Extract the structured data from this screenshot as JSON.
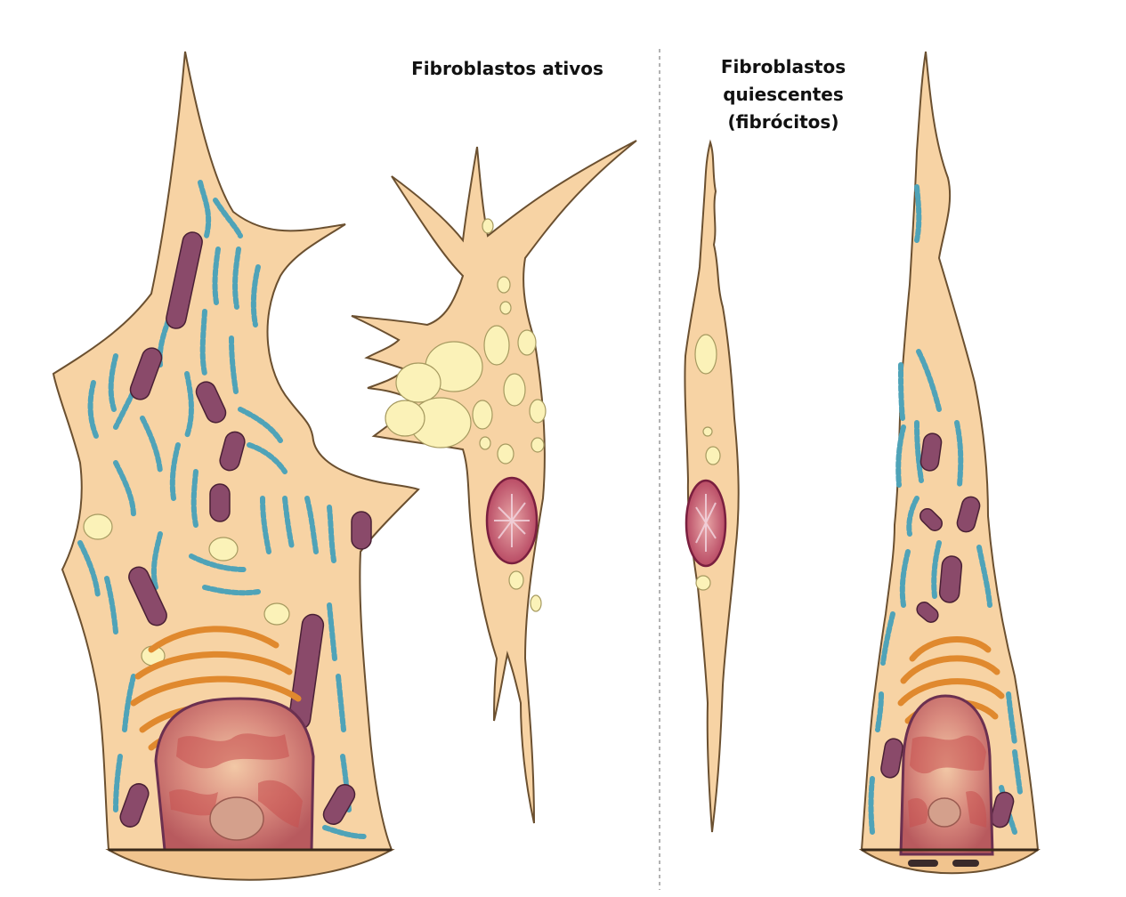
{
  "labels": {
    "active_fibroblasts": "Fibroblastos ativos",
    "quiescent_fibroblasts": [
      "Fibroblastos",
      "quiescentes",
      "(fibrócitos)"
    ]
  },
  "colors": {
    "cytoplasm": "#f7d3a4",
    "cytoplasm_outline": "#6b5030",
    "mitochondria": "#8a4a6a",
    "endoplasmic_reticulum": "#4fa3b8",
    "golgi": "#e0892e",
    "nucleus": "#c9787a",
    "nucleus_dark": "#a0364e",
    "vesicle": "#fbf2b8",
    "divider": "#999999"
  },
  "icons": [
    "large-active-fibroblast",
    "stellate-active-fibroblast",
    "spindle-quiescent-fibroblast",
    "elongated-quiescent-fibroblast"
  ]
}
